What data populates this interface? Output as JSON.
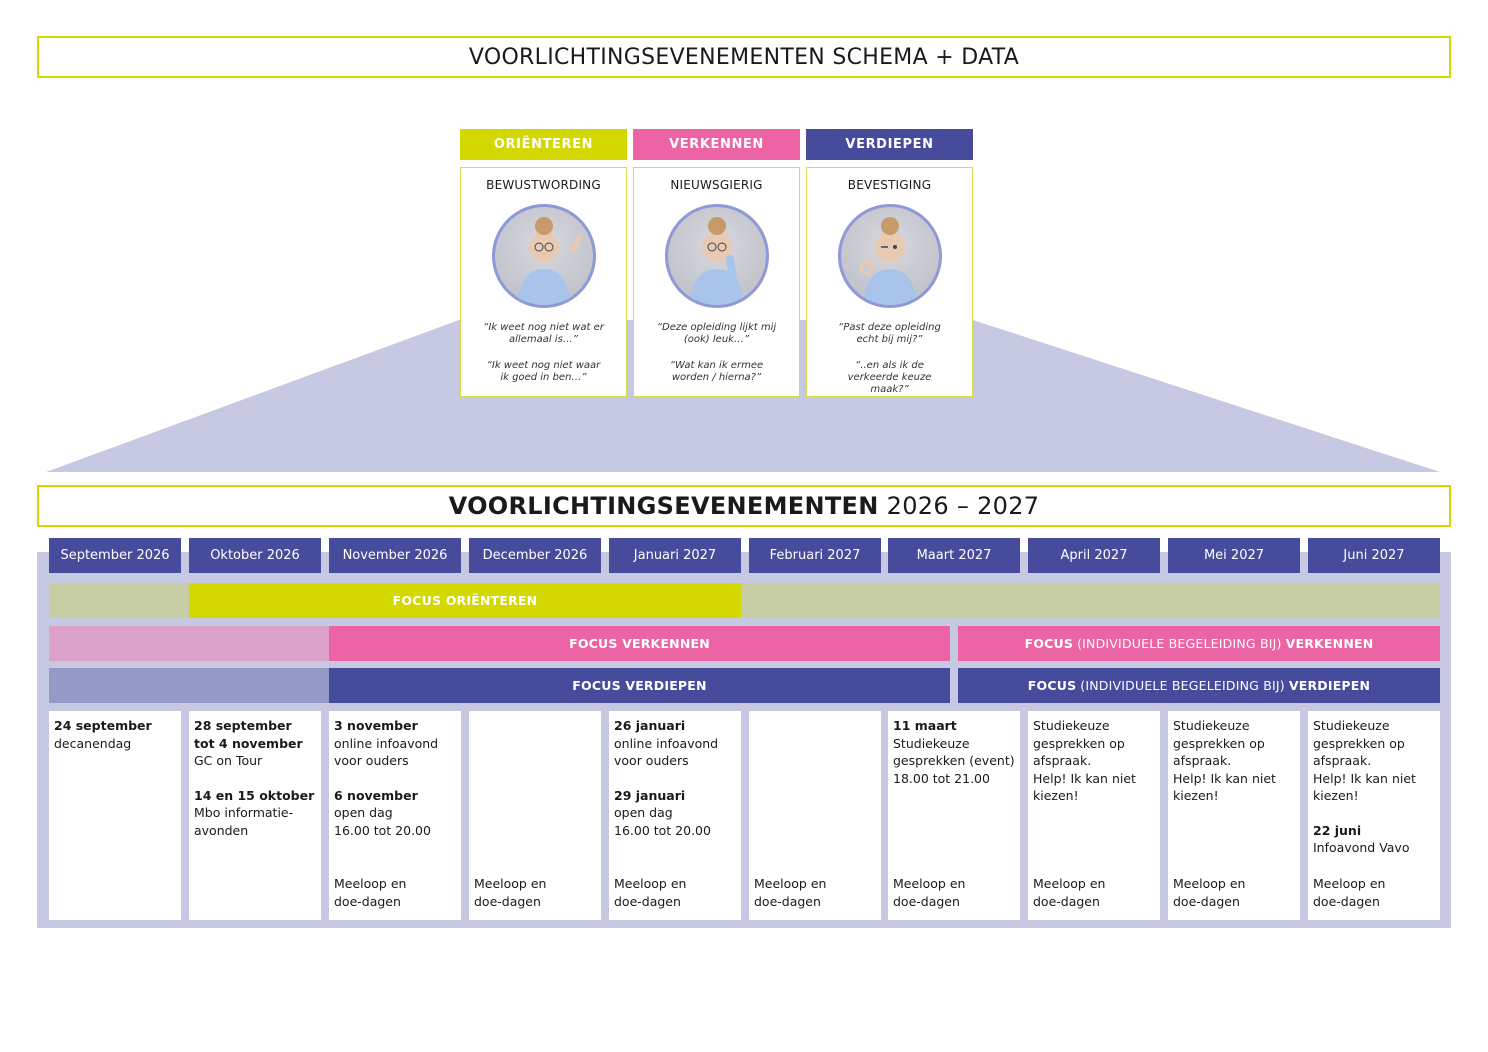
{
  "top_title": "VOORLICHTINGSEVENEMENTEN SCHEMA + DATA",
  "colors": {
    "lime": "#d2d800",
    "pink": "#ec64a3",
    "purple": "#464b9c",
    "lavender": "#c7c9e2"
  },
  "phases": [
    {
      "title": "ORIËNTEREN",
      "subtitle": "BEWUSTWORDING",
      "quote1": "“Ik weet nog niet wat er allemaal is…”",
      "quote2": "“Ik weet nog niet waar ik goed in ben…”"
    },
    {
      "title": "VERKENNEN",
      "subtitle": "NIEUWSGIERIG",
      "quote1": "“Deze opleiding lijkt mij (ook) leuk…”",
      "quote2": "“Wat kan ik ermee worden / hierna?”"
    },
    {
      "title": "VERDIEPEN",
      "subtitle": "BEVESTIGING",
      "quote1": "“Past deze opleiding echt bij mij?”",
      "quote2": "“..en als ik de verkeerde keuze maak?”"
    }
  ],
  "schedule_title": {
    "bold": "VOORLICHTINGSEVENEMENTEN",
    "light": "2026 – 2027"
  },
  "months": [
    "September 2026",
    "Oktober 2026",
    "November 2026",
    "December 2026",
    "Januari 2027",
    "Februari 2027",
    "Maart 2027",
    "April 2027",
    "Mei 2027",
    "Juni 2027"
  ],
  "bars": {
    "orienteren": "FOCUS ORIËNTEREN",
    "verkennen": "FOCUS VERKENNEN",
    "verkennen_individual": {
      "a": "FOCUS",
      "b": "(INDIVIDUELE BEGELEIDING BIJ)",
      "c": "VERKENNEN"
    },
    "verdiepen": "FOCUS VERDIEPEN",
    "verdiepen_individual": {
      "a": "FOCUS",
      "b": "(INDIVIDUELE BEGELEIDING BIJ)",
      "c": "VERDIEPEN"
    }
  },
  "cells": [
    {
      "events": [
        {
          "title": "24 september",
          "text": "decanendag"
        }
      ],
      "bottom": ""
    },
    {
      "events": [
        {
          "title": "28 september\ntot 4 november",
          "text": "GC on Tour"
        },
        {
          "title": "14 en 15 oktober",
          "text": "Mbo informatie-\navonden"
        }
      ],
      "bottom": ""
    },
    {
      "events": [
        {
          "title": "3 november",
          "text": "online infoavond\nvoor ouders"
        },
        {
          "title": "6 november",
          "text": "open dag\n16.00 tot 20.00"
        }
      ],
      "bottom": "Meeloop en\ndoe-dagen"
    },
    {
      "events": [],
      "bottom": "Meeloop en\ndoe-dagen"
    },
    {
      "events": [
        {
          "title": "26 januari",
          "text": "online infoavond\nvoor ouders"
        },
        {
          "title": "29 januari",
          "text": "open dag\n16.00 tot 20.00"
        }
      ],
      "bottom": "Meeloop en\ndoe-dagen"
    },
    {
      "events": [],
      "bottom": "Meeloop en\ndoe-dagen"
    },
    {
      "events": [
        {
          "title": "11 maart",
          "text": "Studiekeuze\ngesprekken (event)\n18.00 tot 21.00"
        }
      ],
      "bottom": "Meeloop en\ndoe-dagen"
    },
    {
      "events": [
        {
          "title": "",
          "text": "Studiekeuze\ngesprekken op\nafspraak.\nHelp! Ik kan niet\nkiezen!"
        }
      ],
      "bottom": "Meeloop en\ndoe-dagen"
    },
    {
      "events": [
        {
          "title": "",
          "text": "Studiekeuze\ngesprekken op\nafspraak.\nHelp! Ik kan niet\nkiezen!"
        }
      ],
      "bottom": "Meeloop en\ndoe-dagen"
    },
    {
      "events": [
        {
          "title": "",
          "text": "Studiekeuze\ngesprekken op\nafspraak.\nHelp! Ik kan niet\nkiezen!"
        },
        {
          "title": "22 juni",
          "text": "Infoavond Vavo"
        }
      ],
      "bottom": "Meeloop en\ndoe-dagen"
    }
  ]
}
